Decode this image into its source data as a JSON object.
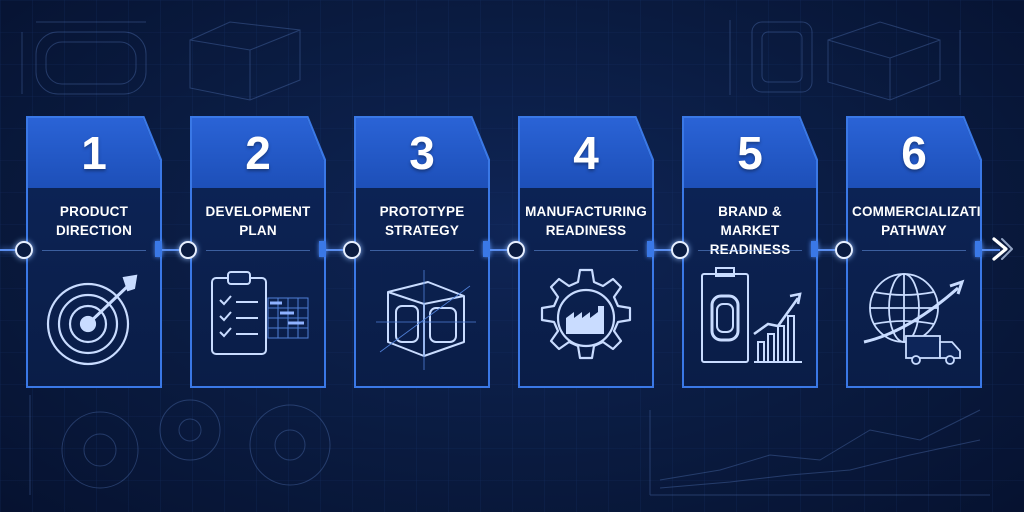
{
  "steps": [
    {
      "number": "1",
      "title": "PRODUCT\nDIRECTION",
      "icon": "target-icon"
    },
    {
      "number": "2",
      "title": "DEVELOPMENT\nPLAN",
      "icon": "clipboard-checklist-icon"
    },
    {
      "number": "3",
      "title": "PROTOTYPE\nSTRATEGY",
      "icon": "wireframe-case-icon"
    },
    {
      "number": "4",
      "title": "MANUFACTURING\nREADINESS",
      "icon": "gear-factory-icon"
    },
    {
      "number": "5",
      "title": "BRAND & MARKET\nREADINESS",
      "icon": "package-growth-icon"
    },
    {
      "number": "6",
      "title": "COMMERCIALIZATION\nPATHWAY",
      "icon": "globe-truck-icon"
    }
  ],
  "colors": {
    "background": "#0a1b40",
    "card_header": "#2a63d6",
    "card_border": "#3a78e6",
    "line": "#5a8ef0",
    "text": "#ffffff"
  }
}
